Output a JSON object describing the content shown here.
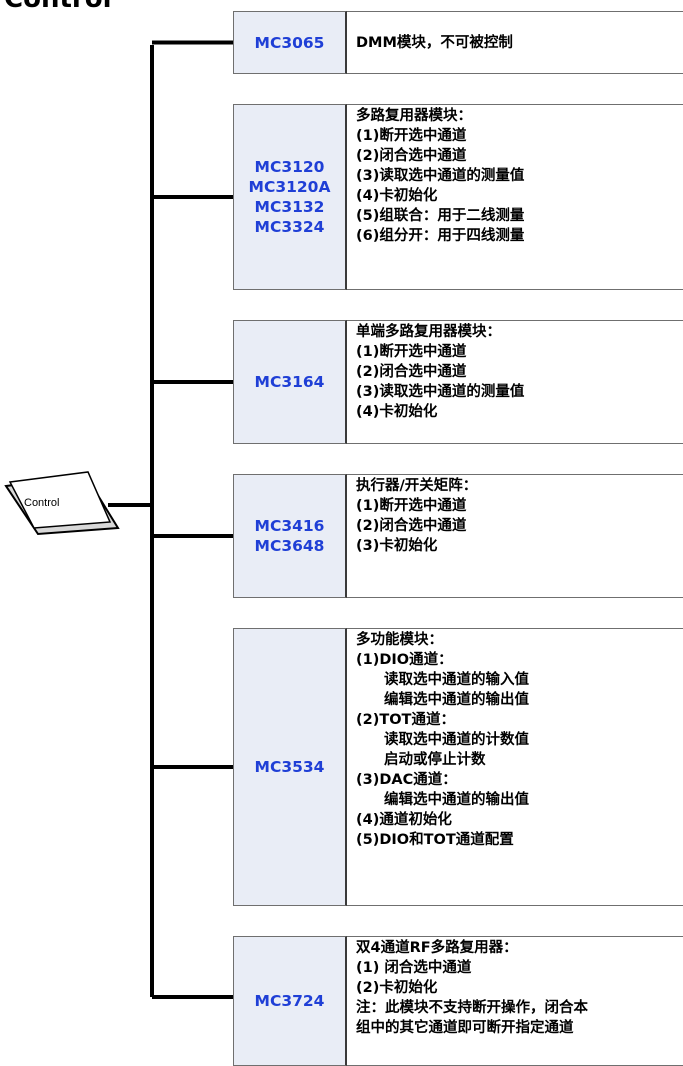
{
  "title": "Control",
  "root_label": "Control",
  "rows": [
    {
      "models": [
        "MC3065"
      ],
      "lines": [
        {
          "text": "DMM模块，不可被控制",
          "indent": false
        }
      ]
    },
    {
      "models": [
        "MC3120",
        "MC3120A",
        "MC3132",
        "MC3324"
      ],
      "lines": [
        {
          "text": "多路复用器模块：",
          "indent": false
        },
        {
          "text": "(1)断开选中通道",
          "indent": false
        },
        {
          "text": "(2)闭合选中通道",
          "indent": false
        },
        {
          "text": "(3)读取选中通道的测量值",
          "indent": false
        },
        {
          "text": "(4)卡初始化",
          "indent": false
        },
        {
          "text": "(5)组联合：用于二线测量",
          "indent": false
        },
        {
          "text": "(6)组分开：用于四线测量",
          "indent": false
        }
      ]
    },
    {
      "models": [
        "MC3164"
      ],
      "lines": [
        {
          "text": "单端多路复用器模块：",
          "indent": false
        },
        {
          "text": "(1)断开选中通道",
          "indent": false
        },
        {
          "text": "(2)闭合选中通道",
          "indent": false
        },
        {
          "text": "(3)读取选中通道的测量值",
          "indent": false
        },
        {
          "text": "(4)卡初始化",
          "indent": false
        }
      ]
    },
    {
      "models": [
        "MC3416",
        "MC3648"
      ],
      "lines": [
        {
          "text": "执行器/开关矩阵：",
          "indent": false
        },
        {
          "text": "(1)断开选中通道",
          "indent": false
        },
        {
          "text": "(2)闭合选中通道",
          "indent": false
        },
        {
          "text": "(3)卡初始化",
          "indent": false
        }
      ]
    },
    {
      "models": [
        "MC3534"
      ],
      "lines": [
        {
          "text": "多功能模块：",
          "indent": false
        },
        {
          "text": "(1)DIO通道：",
          "indent": false
        },
        {
          "text": "读取选中通道的输入值",
          "indent": true
        },
        {
          "text": "编辑选中通道的输出值",
          "indent": true
        },
        {
          "text": "(2)TOT通道：",
          "indent": false
        },
        {
          "text": "读取选中通道的计数值",
          "indent": true
        },
        {
          "text": "启动或停止计数",
          "indent": true
        },
        {
          "text": "(3)DAC通道：",
          "indent": false
        },
        {
          "text": "编辑选中通道的输出值",
          "indent": true
        },
        {
          "text": "(4)通道初始化",
          "indent": false
        },
        {
          "text": "(5)DIO和TOT通道配置",
          "indent": false
        }
      ]
    },
    {
      "models": [
        "MC3724"
      ],
      "lines": [
        {
          "text": "双4通道RF多路复用器：",
          "indent": false
        },
        {
          "text": "(1) 闭合选中通道",
          "indent": false
        },
        {
          "text": "(2)卡初始化",
          "indent": false
        },
        {
          "text": "注：此模块不支持断开操作，闭合本",
          "indent": false
        },
        {
          "text": "组中的其它通道即可断开指定通道",
          "indent": false
        }
      ]
    }
  ]
}
